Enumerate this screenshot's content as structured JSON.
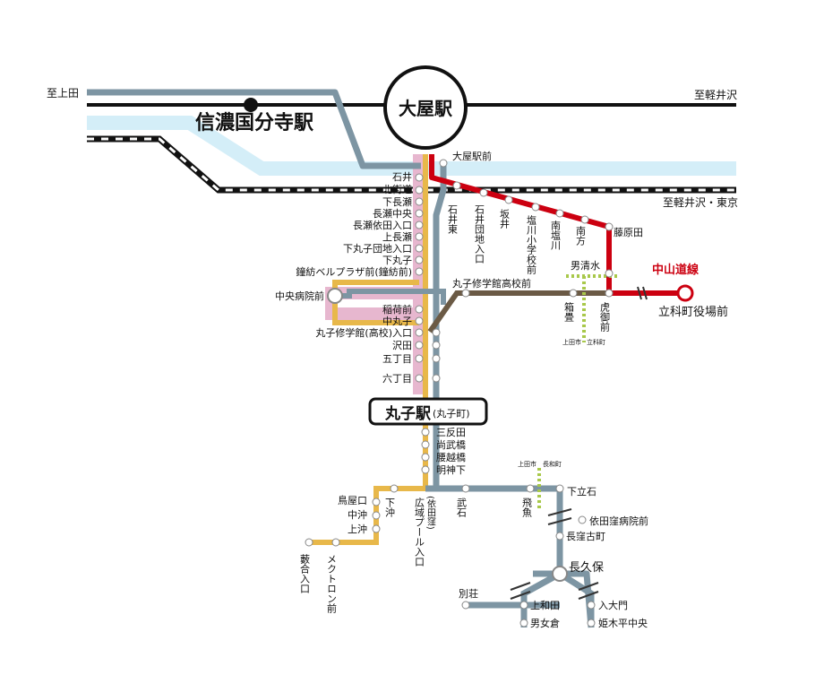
{
  "directions": {
    "ueda": "至上田",
    "karuizawa_top": "至軽井沢",
    "karuizawa_tokyo": "至軽井沢・東京"
  },
  "hubs": {
    "oya": "大屋駅",
    "shinano_kokubunji": "信濃国分寺駅",
    "maruko": "丸子駅",
    "maruko_sub": "(丸子町)"
  },
  "lines": {
    "nakasendo": "中山道線"
  },
  "colors": {
    "gray_line": "#7d95a3",
    "red_line": "#cc0010",
    "brown_line": "#6b5a45",
    "yellow_line": "#e8b84a",
    "pink_line": "#e7b7cf",
    "river": "#d4eef8",
    "boundary": "#a8c84a"
  },
  "stations": {
    "oya_ekimae": "大屋駅前",
    "ishii": "石井",
    "kitakaido": "北街道",
    "shimonagase": "下長瀬",
    "nagase_chuo": "長瀬中央",
    "nagase_yoda": "長瀬依田入口",
    "kaminagase": "上長瀬",
    "shimomaruko_danchi": "下丸子団地入口",
    "shimomaruko": "下丸子",
    "kanebo": "鐘紡ベルプラザ前(鐘紡前)",
    "chuo_byoin": "中央病院前",
    "inari": "稲荷前",
    "nakamaruko": "中丸子",
    "maruko_shugakukan_koko": "丸子修学館(高校)入口",
    "sawada": "沢田",
    "gochome": "五丁目",
    "rokuchome": "六丁目",
    "ishii_higashi": "石井東",
    "ishii_danchi": "石井団地入口",
    "sakai": "坂井",
    "shiokawa_shogakko": "塩川小学校前",
    "minami_shiokawa": "南塩川",
    "minamikata": "南方",
    "fujiharada": "藤原田",
    "osamizu": "男清水",
    "toragomae": "虎御前",
    "hakodatami": "箱畳",
    "tateshina_yakuba": "立科町役場前",
    "maruko_shugakukan_kokomae": "丸子修学館高校前",
    "sanmonda": "三反田",
    "shobukyo": "尚武橋",
    "koshigoebashi": "腰越橋",
    "myojinshita": "明神下",
    "toriyaguchi": "鳥屋口",
    "nakaoki": "中沖",
    "kamioki": "上沖",
    "aiai_iriguchi": "藪合入口",
    "mekutoron": "メクトロン前",
    "shimooki": "下沖",
    "hiroiki_pool": "広域プール入口",
    "hiroiki_note": "(依田窪)",
    "takeishi": "武石",
    "tobiuo": "飛魚",
    "shimotateishi": "下立石",
    "yodakubo_byoin": "依田窪病院前",
    "nagakubo_furumachi": "長窪古町",
    "nagakubo": "長久保",
    "bessho": "別荘",
    "kamiwada": "上和田",
    "omegura": "男女倉",
    "iriomon": "入大門",
    "himekidaira": "姫木平中央"
  },
  "boundaries": {
    "ueda_city_1": "上田市",
    "tateshina_town": "立科町",
    "ueda_city_2": "上田市",
    "nagawa_town": "長和町"
  }
}
